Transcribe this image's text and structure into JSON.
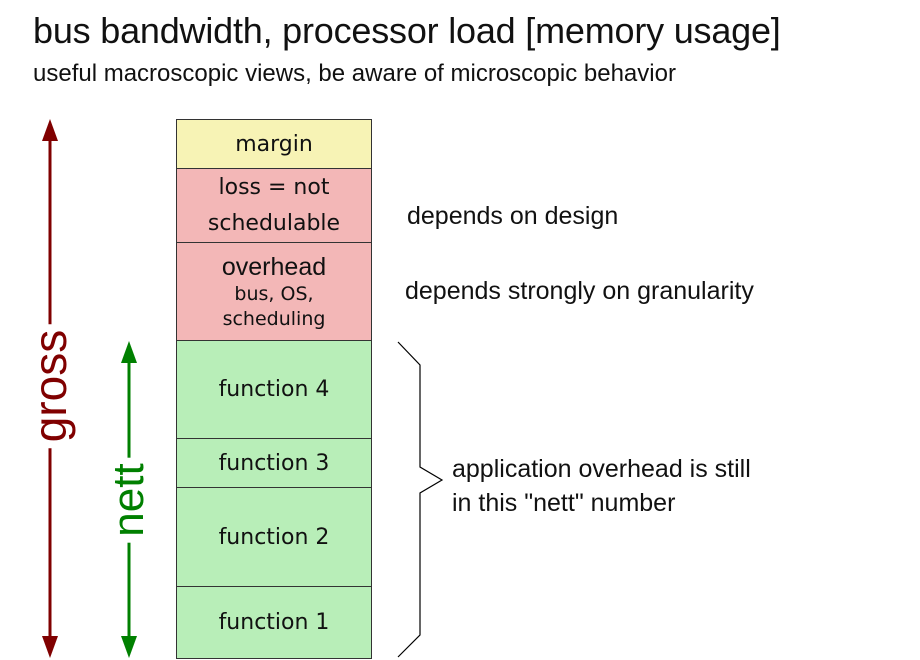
{
  "title": "bus bandwidth, processor load [memory usage]",
  "subtitle": "useful macroscopic views, be aware of microscopic behavior",
  "labels": {
    "gross": "gross",
    "nett": "nett"
  },
  "blocks": {
    "margin": "margin",
    "loss_line1": "loss = not",
    "loss_line2": "schedulable",
    "overhead_title": "overhead",
    "overhead_line1": "bus, OS,",
    "overhead_line2": "scheduling",
    "function4": "function 4",
    "function3": "function 3",
    "function2": "function 2",
    "function1": "function 1"
  },
  "notes": {
    "design": "depends on design",
    "granularity": "depends strongly on granularity",
    "app_line1": "application overhead is still",
    "app_line2": "in this \"nett\" number"
  },
  "colors": {
    "gross": "#800000",
    "nett": "#008000",
    "margin": "#f7f3b5",
    "loss": "#f3b7b7",
    "function": "#b8eeb8"
  }
}
